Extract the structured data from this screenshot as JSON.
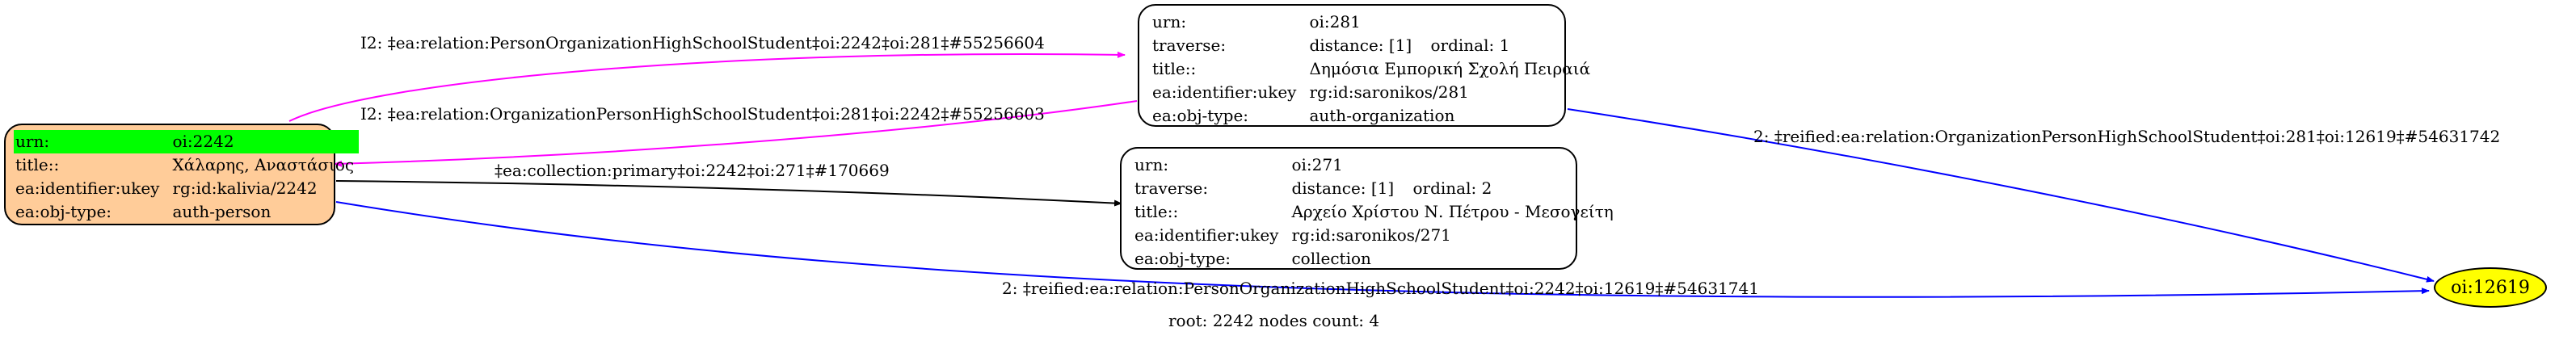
{
  "colors": {
    "relation_edge": "#ff00ff",
    "collection_edge": "#000000",
    "reified_edge": "#0000ff",
    "person_fill": "#ffcc99",
    "urn_highlight": "#00ff00",
    "target_fill": "#ffff00"
  },
  "nodes": {
    "person": {
      "urn_key": "urn:",
      "urn_val": "oi:2242",
      "title_key": "title::",
      "title_val": "Χάλαρης, Αναστάσιος",
      "ukey_key": "ea:identifier:ukey",
      "ukey_val": "rg:id:kalivia/2242",
      "type_key": "ea:obj-type:",
      "type_val": "auth-person"
    },
    "organization": {
      "urn_key": "urn:",
      "urn_val": "oi:281",
      "traverse_key": "traverse:",
      "traverse_distance": "distance: [1]",
      "traverse_ordinal": "ordinal: 1",
      "title_key": "title::",
      "title_val": "Δημόσια Εμπορική Σχολή Πειραιά",
      "ukey_key": "ea:identifier:ukey",
      "ukey_val": "rg:id:saronikos/281",
      "type_key": "ea:obj-type:",
      "type_val": "auth-organization"
    },
    "collection": {
      "urn_key": "urn:",
      "urn_val": "oi:271",
      "traverse_key": "traverse:",
      "traverse_distance": "distance: [1]",
      "traverse_ordinal": "ordinal: 2",
      "title_key": "title::",
      "title_val": "Αρχείο Χρίστου Ν. Πέτρου - Μεσογείτη",
      "ukey_key": "ea:identifier:ukey",
      "ukey_val": "rg:id:saronikos/271",
      "type_key": "ea:obj-type:",
      "type_val": "collection"
    },
    "target": {
      "label": "oi:12619"
    }
  },
  "edges": {
    "person_to_org": "I2: ‡ea:relation:PersonOrganizationHighSchoolStudent‡oi:2242‡oi:281‡#55256604",
    "org_to_person": "I2: ‡ea:relation:OrganizationPersonHighSchoolStudent‡oi:281‡oi:2242‡#55256603",
    "person_to_collection": "‡ea:collection:primary‡oi:2242‡oi:271‡#170669",
    "org_to_target": "2: ‡reified:ea:relation:OrganizationPersonHighSchoolStudent‡oi:281‡oi:12619‡#54631742",
    "person_to_target": "2: ‡reified:ea:relation:PersonOrganizationHighSchoolStudent‡oi:2242‡oi:12619‡#54631741"
  },
  "footer": "root: 2242 nodes count: 4"
}
